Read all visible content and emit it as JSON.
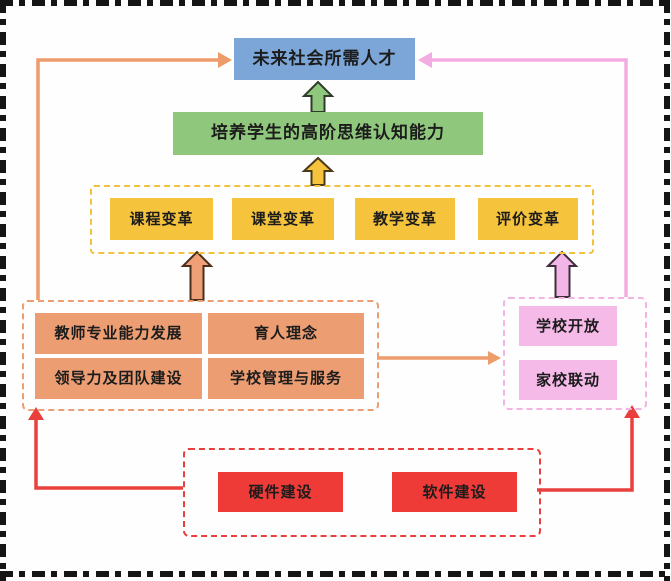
{
  "diagram": {
    "top_goal": "未来社会所需人才",
    "core_ability": "培养学生的高阶思维认知能力",
    "reform_group": {
      "items": [
        "课程变革",
        "课堂变革",
        "教学变革",
        "评价变革"
      ]
    },
    "school_group": {
      "items": [
        "教师专业能力发展",
        "育人理念",
        "领导力及团队建设",
        "学校管理与服务"
      ]
    },
    "openness_group": {
      "items": [
        "学校开放",
        "家校联动"
      ]
    },
    "construction_group": {
      "items": [
        "硬件建设",
        "软件建设"
      ]
    },
    "colors": {
      "goal_blue": "#7ca6d8",
      "ability_green": "#8fc87c",
      "reform_yellow": "#f6c33d",
      "school_orange": "#ec9d72",
      "openness_pink": "#f5bae8",
      "construction_red": "#ee3b38",
      "red_line": "#e9403d",
      "frame_black": "#151515"
    }
  }
}
